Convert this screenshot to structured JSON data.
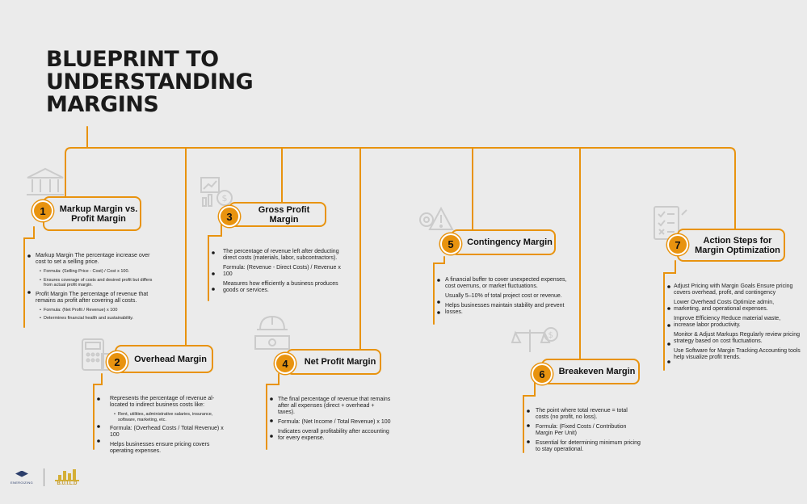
{
  "title": [
    "BLUEPRINT TO",
    "UNDERSTANDING",
    "MARGINS"
  ],
  "sections": {
    "s1": {
      "num": "1",
      "title": [
        "Markup Margin vs.",
        "Profit Margin"
      ],
      "icon": "bank-icon",
      "items": [
        {
          "t": "Markup Margin The percentage increase over cost to set a selling price."
        },
        {
          "t": "Formula: (Selling Price - Cost) / Cost x 100.",
          "sub": true
        },
        {
          "t": "Ensures coverage of costs and desired profit but differs from actual profit margin.",
          "sub": true
        },
        {
          "t": "Profit Margin The percentage of revenue that remains as profit after covering all costs."
        },
        {
          "t": "Formula: (Net Profit / Revenue) x 100",
          "sub": true
        },
        {
          "t": "Determines financial health and sustainability.",
          "sub": true
        }
      ]
    },
    "s2": {
      "num": "2",
      "title": [
        "Overhead Margin"
      ],
      "icon": "calculator-icon",
      "items": [
        {
          "t": "Represents the percentage of revenue al-located to indirect business costs like:"
        },
        {
          "t": "Rent, utilities, administrative salaries, insurance, software, marketing, etc.",
          "sub": true
        },
        {
          "t": "Formula: (Overhead Costs / Total Revenue) x 100"
        },
        {
          "t": "Helps businesses ensure pricing covers operating expenses."
        }
      ]
    },
    "s3": {
      "num": "3",
      "title": [
        "Gross Profit Margin"
      ],
      "icon": "chart-icon",
      "items": [
        {
          "t": "The percentage of revenue left after deducting direct costs (materials, labor, subcontractors)."
        },
        {
          "t": "Formula: (Revenue - Direct Costs) / Revenue x 100"
        },
        {
          "t": "Measures how efficiently a business produces goods or services."
        }
      ]
    },
    "s4": {
      "num": "4",
      "title": [
        "Net Profit Margin"
      ],
      "icon": "hard-hat-icon",
      "items": [
        {
          "t": "The final percentage of revenue that remains after all expenses (direct + overhead + taxes)."
        },
        {
          "t": "Formula: (Net Income / Total Revenue) x 100"
        },
        {
          "t": "Indicates overall profitability after accounting for every expense."
        }
      ]
    },
    "s5": {
      "num": "5",
      "title": [
        "Contingency Margin"
      ],
      "icon": "gears-warning-icon",
      "items": [
        {
          "t": "A financial buffer to cover unexpected expenses, cost overruns, or market fluctuations."
        },
        {
          "t": "Usually 5–10% of total project cost or revenue."
        },
        {
          "t": "Helps businesses maintain stability and prevent losses."
        }
      ]
    },
    "s6": {
      "num": "6",
      "title": [
        "Breakeven Margin"
      ],
      "icon": "scale-icon",
      "items": [
        {
          "t": "The point where total revenue = total costs (no profit, no loss)."
        },
        {
          "t": "Formula: (Fixed Costs / Contribution Margin Per Unit)"
        },
        {
          "t": "Essential for determining minimum pricing to stay operational."
        }
      ]
    },
    "s7": {
      "num": "7",
      "title": [
        "Action Steps for",
        "Margin Optimization"
      ],
      "icon": "checklist-icon",
      "items": [
        {
          "t": "Adjust Pricing with Margin Goals Ensure pricing covers overhead, profit, and contingency"
        },
        {
          "t": "Lower Overhead Costs Optimize admin, marketing, and operational expenses."
        },
        {
          "t": "Improve Efficiency Reduce material waste, increase labor productivity."
        },
        {
          "t": "Monitor & Adjust Markups Regularly review pricing strategy based on cost fluctuations."
        },
        {
          "t": "Use Software for Margin Tracking Accounting tools help visualize profit trends."
        }
      ]
    }
  },
  "colors": {
    "accent": "#e8930f",
    "background": "#ebebeb",
    "text": "#1a1a1a"
  },
  "logos": [
    {
      "name": "ENERGIZING",
      "icon": "graduation-cap-icon"
    },
    {
      "name": "B.U.I.L.D",
      "icon": "buildings-icon"
    }
  ]
}
